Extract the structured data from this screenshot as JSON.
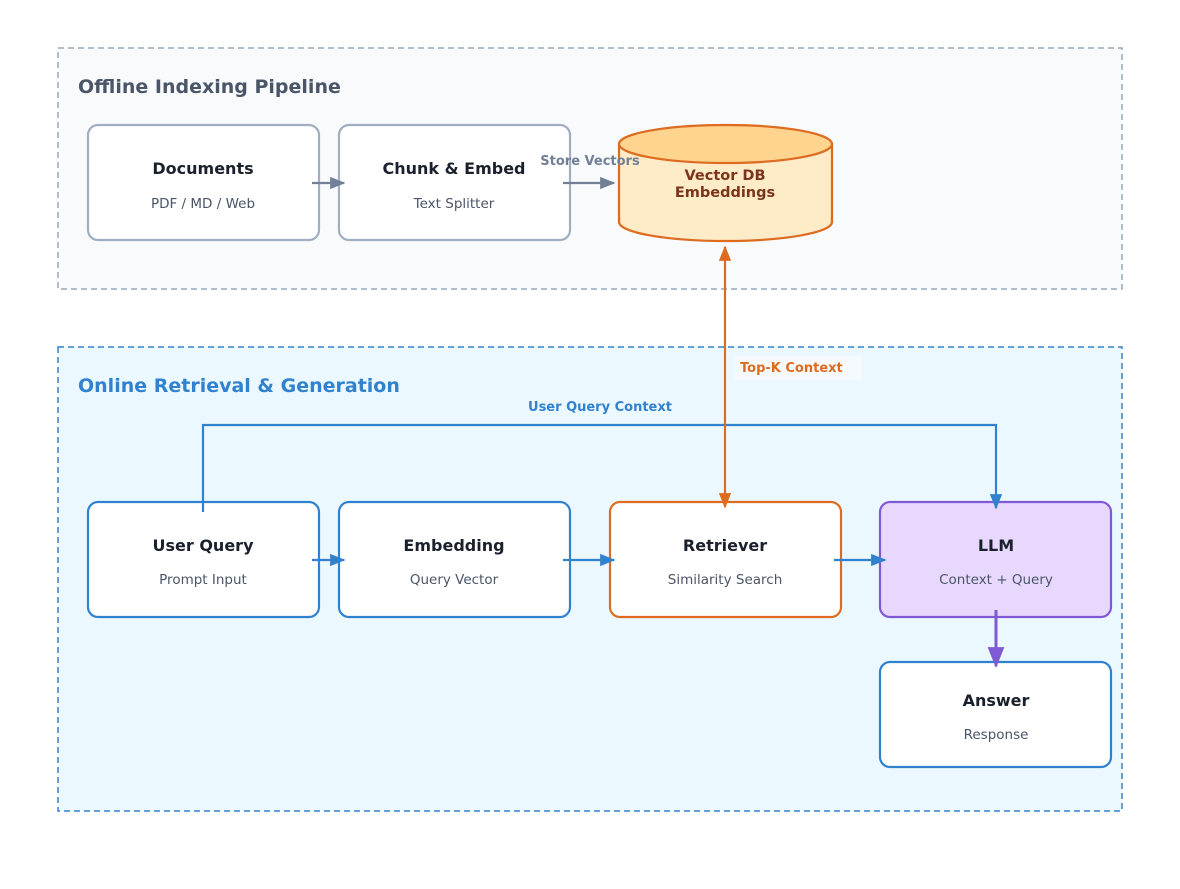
{
  "colors": {
    "gray": "#a0aec0",
    "gray_arrow": "#718096",
    "blue": "#3182ce",
    "orange": "#dd6b20",
    "purple": "#805ad5",
    "offline_bg": "#f8fafc",
    "online_bg": "#ebf8ff",
    "llm_fill": "#e9d8fd",
    "db_fill": "#feebc8",
    "db_top": "#fed48f",
    "db_text": "#7b341e"
  },
  "offline": {
    "title": "Offline Indexing Pipeline",
    "documents": {
      "title": "Documents",
      "subtitle": "PDF / MD / Web"
    },
    "chunk": {
      "title": "Chunk & Embed",
      "subtitle": "Text Splitter"
    },
    "store_label": "Store Vectors",
    "vectordb": {
      "line1": "Vector DB",
      "line2": "Embeddings"
    }
  },
  "online": {
    "title": "Online Retrieval & Generation",
    "context_label": "User Query Context",
    "topk_label": "Top-K Context",
    "user_query": {
      "title": "User Query",
      "subtitle": "Prompt Input"
    },
    "embedding": {
      "title": "Embedding",
      "subtitle": "Query Vector"
    },
    "retriever": {
      "title": "Retriever",
      "subtitle": "Similarity Search"
    },
    "llm": {
      "title": "LLM",
      "subtitle": "Context + Query"
    },
    "answer": {
      "title": "Answer",
      "subtitle": "Response"
    }
  }
}
